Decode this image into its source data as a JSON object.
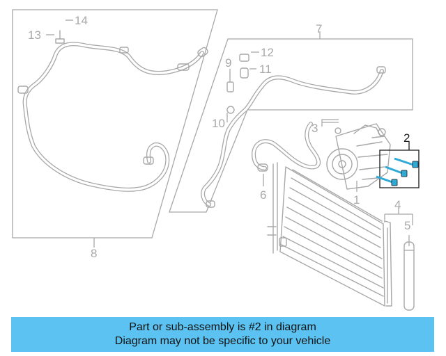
{
  "callouts": [
    {
      "id": "1",
      "label": "1"
    },
    {
      "id": "2",
      "label": "2"
    },
    {
      "id": "3",
      "label": "3"
    },
    {
      "id": "4",
      "label": "4"
    },
    {
      "id": "5",
      "label": "5"
    },
    {
      "id": "6",
      "label": "6"
    },
    {
      "id": "7",
      "label": "7"
    },
    {
      "id": "8",
      "label": "8"
    },
    {
      "id": "9",
      "label": "9"
    },
    {
      "id": "10",
      "label": "10"
    },
    {
      "id": "11",
      "label": "11"
    },
    {
      "id": "12",
      "label": "12"
    },
    {
      "id": "13",
      "label": "13"
    },
    {
      "id": "14",
      "label": "14"
    }
  ],
  "highlighted_callout": "2",
  "banner": {
    "line1": "Part or sub-assembly is #2 in diagram",
    "line2": "Diagram may not be specific to your vehicle"
  },
  "colors": {
    "line_art": "#a8a8a8",
    "highlight_bolt": "#2fa9d6",
    "highlight_text": "#1a1a1a",
    "banner_bg": "#5bc2f1"
  }
}
